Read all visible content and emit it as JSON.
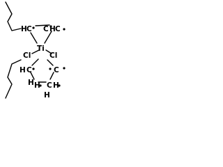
{
  "molecule": {
    "label_ch_1": "H",
    "label_ch_2": "C",
    "label_ch_3": "C",
    "label_ch_4": "H",
    "label_ch_5": "C",
    "label_cl_1": "Cl",
    "label_cl_2": "Cl",
    "label_ti": "Ti",
    "label_ch_6": "H",
    "label_ch_7": "C",
    "label_ch_8": "C",
    "label_ch_9": "H",
    "label_ch_10": "H",
    "label_ch_11": "C",
    "label_ch_12": "H",
    "label_ch_13": "H"
  },
  "colors": {
    "ink": "#000000",
    "background": "#ffffff"
  }
}
